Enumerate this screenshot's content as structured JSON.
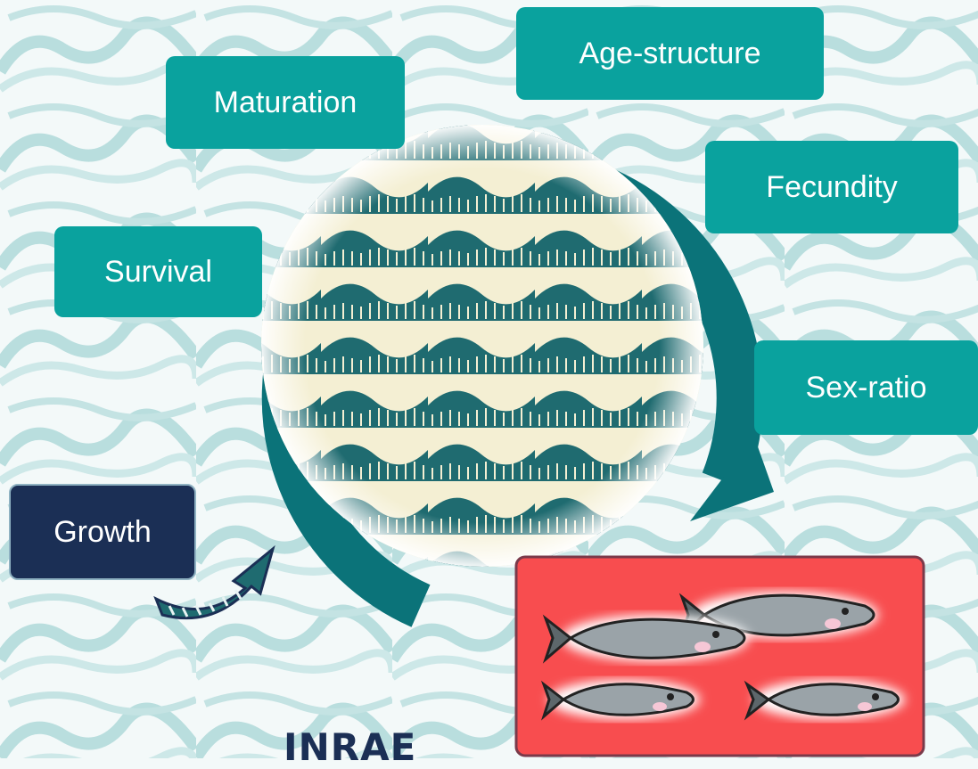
{
  "diagram": {
    "cycle_steps": [
      "Age-structure",
      "Fecundity",
      "Sex-ratio",
      "Survival",
      "Maturation"
    ],
    "labels": {
      "age_structure": "Age-structure",
      "maturation": "Maturation",
      "fecundity": "Fecundity",
      "survival": "Survival",
      "sex_ratio": "Sex-ratio",
      "growth": "Growth"
    },
    "logo_text": "INRAE",
    "image_subjects": [
      "ocean-waves",
      "salmon-group"
    ]
  },
  "colors": {
    "accent_teal": "#0aa29e",
    "arc_teal": "#0b7379",
    "navy": "#1b2f55",
    "fish_panel": "#f84d4f",
    "wave_pattern": "#b7dcdc"
  }
}
